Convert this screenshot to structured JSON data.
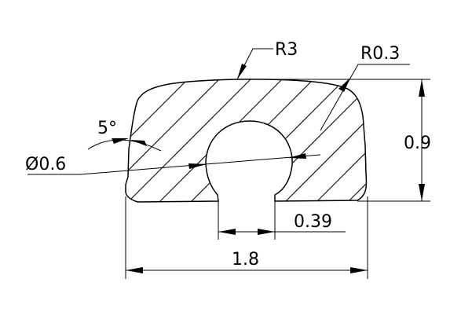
{
  "drawing": {
    "labels": {
      "radius_large": "R3",
      "radius_small": "R0.3",
      "angle": "5°",
      "diameter": "Ø0.6",
      "height": "0.9",
      "slot_width": "0.39",
      "total_width": "1.8"
    }
  }
}
